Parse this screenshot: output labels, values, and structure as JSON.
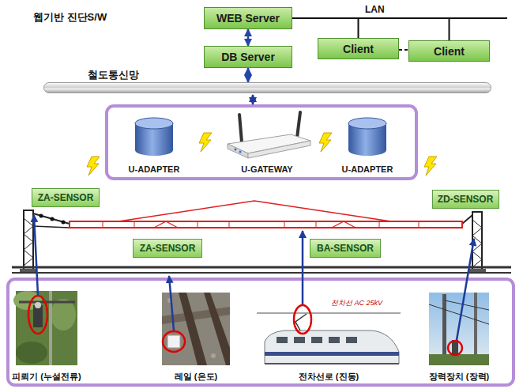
{
  "diagram": {
    "nodes": [
      {
        "text": [
          "WEB Server"
        ]
      },
      {
        "text": [
          "DB Server"
        ]
      },
      {
        "text": [
          "Client"
        ]
      },
      {
        "text": [
          "Client"
        ]
      },
      {
        "text": [
          "철도통신망"
        ]
      },
      {
        "text": [
          "U-ADAPTER"
        ]
      },
      {
        "text": [
          "U-GATEWAY"
        ]
      },
      {
        "text": [
          "U-ADAPTER"
        ]
      },
      {
        "text": [
          "ZA-SENSOR"
        ]
      },
      {
        "text": [
          "ZD-SENSOR"
        ]
      },
      {
        "text": [
          "ZA-SENSOR"
        ]
      },
      {
        "text": [
          "BA-SENSOR"
        ]
      }
    ],
    "edges": [
      {
        "from": 0,
        "to": 1,
        "arrow": "both"
      },
      {
        "from": 1,
        "to": 4,
        "arrow": "both"
      },
      {
        "from": 0,
        "to": 2,
        "arrow": "none"
      },
      {
        "from": 0,
        "to": 3,
        "arrow": "none"
      },
      {
        "from": 2,
        "to": 3,
        "arrow": "none"
      }
    ],
    "labels": [
      "웹기반 진단S/W",
      "LAN",
      "전차선 AC 25kV",
      "피뢰기 (누설전류)",
      "레일 (온도)",
      "전차선로 (진동)",
      "장력장치 (장력)"
    ]
  }
}
